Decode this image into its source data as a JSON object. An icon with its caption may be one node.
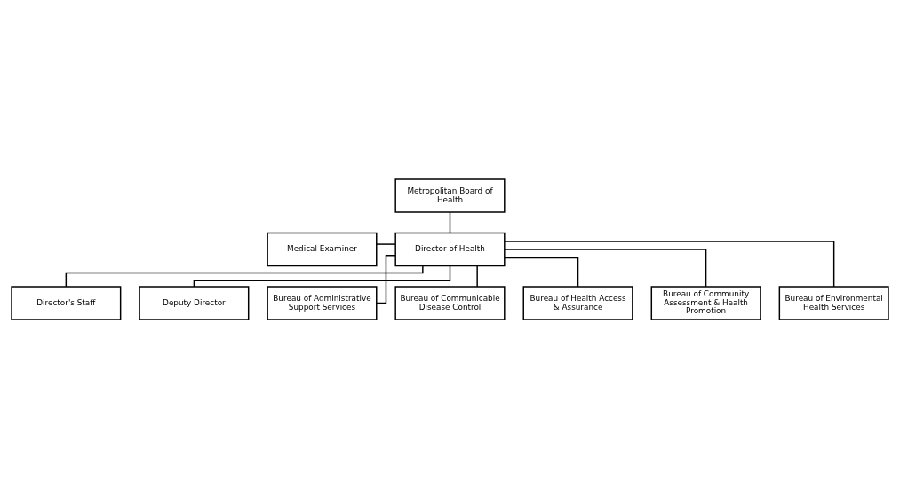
{
  "diagram": {
    "nodes": [
      {
        "text": [
          "Metropolitan Board of Health"
        ]
      },
      {
        "text": [
          "Medical Examiner"
        ]
      },
      {
        "text": [
          "Director of Health"
        ]
      },
      {
        "text": [
          "Director's Staff"
        ]
      },
      {
        "text": [
          "Deputy Director"
        ]
      },
      {
        "text": [
          "Bureau of Administrative Support Services"
        ]
      },
      {
        "text": [
          "Bureau of Communicable Disease Control"
        ]
      },
      {
        "text": [
          "Bureau of Health Access & Assurance"
        ]
      },
      {
        "text": [
          "Bureau of Community Assessment & Health Promotion"
        ]
      },
      {
        "text": [
          "Bureau of Environmental Health Services"
        ]
      }
    ],
    "edges": [
      {
        "from": 0,
        "to": 2,
        "arrow": "none"
      },
      {
        "from": 1,
        "to": 2,
        "arrow": "none"
      },
      {
        "from": 2,
        "to": 3,
        "arrow": "none"
      },
      {
        "from": 2,
        "to": 4,
        "arrow": "none"
      },
      {
        "from": 2,
        "to": 5,
        "arrow": "none"
      },
      {
        "from": 2,
        "to": 6,
        "arrow": "none"
      },
      {
        "from": 2,
        "to": 7,
        "arrow": "none"
      },
      {
        "from": 2,
        "to": 8,
        "arrow": "none"
      },
      {
        "from": 2,
        "to": 9,
        "arrow": "none"
      }
    ]
  }
}
